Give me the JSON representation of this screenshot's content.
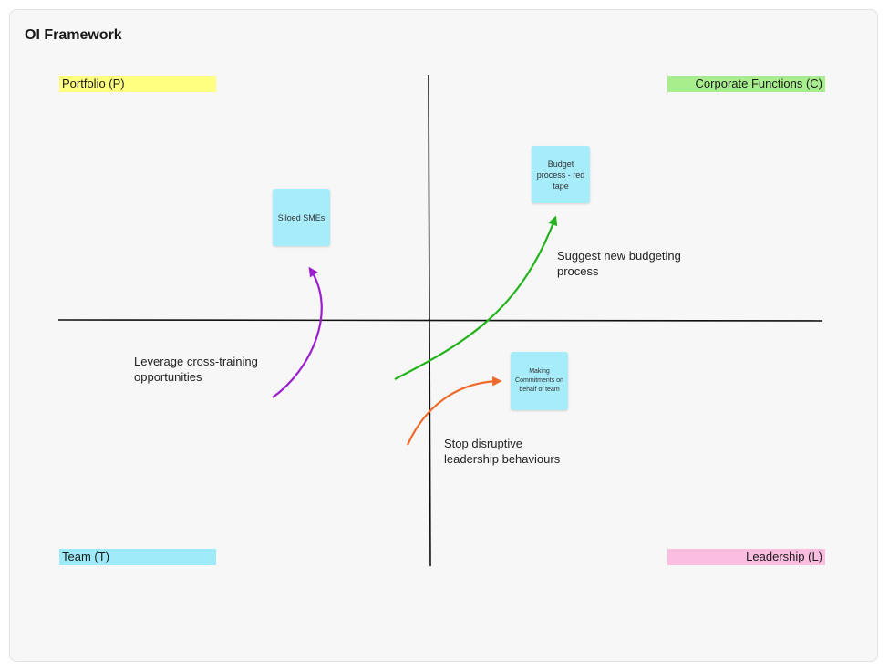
{
  "title": "OI Framework",
  "quadrants": {
    "top_left": "Portfolio (P)",
    "top_right": "Corporate Functions (C)",
    "bottom_left": "Team (T)",
    "bottom_right": "Leadership (L)"
  },
  "stickies": {
    "siloed": "Siloed SMEs",
    "budget": "Budget process - red tape",
    "commitments": "Making Commitments on behalf of team"
  },
  "annotations": {
    "leverage": "Leverage cross-training\nopportunities",
    "budgeting": "Suggest new budgeting\nprocess",
    "stop": "Stop disruptive\nleadership behaviours"
  },
  "colors": {
    "portfolio": "#ffff80",
    "corporate": "#a8ee8c",
    "team": "#9eeaf9",
    "leadership": "#fbbee0",
    "sticky": "#a6ecfb",
    "arrow_purple": "#9b1fcf",
    "arrow_green": "#22b21a",
    "arrow_orange": "#ee6a2a"
  }
}
